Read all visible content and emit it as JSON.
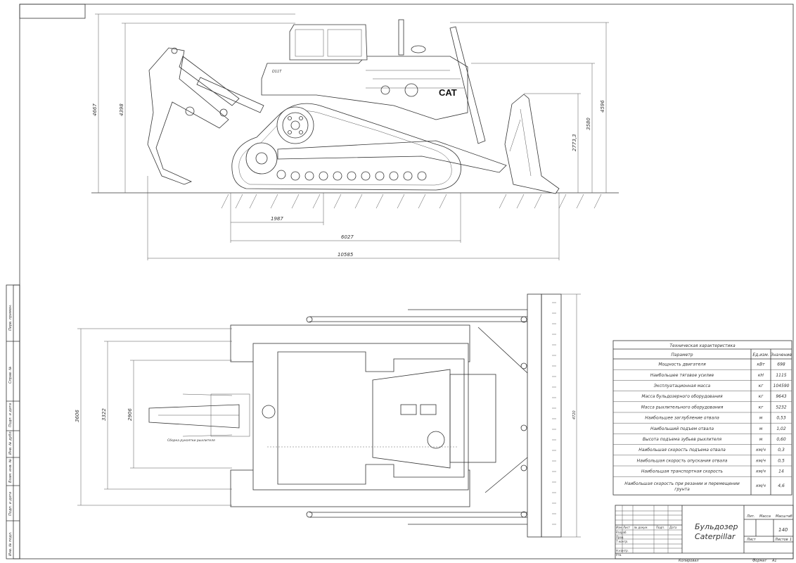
{
  "drawing": {
    "title_line1": "Бульдозер",
    "title_line2": "Caterpillar",
    "mass": "140",
    "scale_header": "Масштаб",
    "mass_header": "Масса",
    "lit_header": "Лит.",
    "sheet_label": "Лист",
    "sheets_label": "Листов",
    "sheets_count": "1",
    "copied": "Копировал",
    "format": "Формат",
    "format_value": "А1",
    "stamp_cols": [
      "Изм.",
      "Лист",
      "№ докум.",
      "Подп.",
      "Дата"
    ],
    "stamp_rows": [
      "Разраб.",
      "Пров.",
      "Т.контр.",
      "Н.контр.",
      "Утв."
    ]
  },
  "side_margin": [
    "Перв. примен.",
    "Справ. №",
    "Подп. и дата",
    "Инв. № дубл.",
    "Взам. инв. №",
    "Подп. и дата",
    "Инв. № подл."
  ],
  "dimensions": {
    "overall_length": "10585",
    "track_base": "6027",
    "ripper_reach": "1987",
    "height_total": "4667",
    "height_cab": "4398",
    "height_blade": "4596",
    "blade_height": "3580",
    "blade_lift": "2773,3",
    "width_total": "3606",
    "width_tracks": "3322",
    "width_gauge": "2906",
    "blade_width": "4720"
  },
  "annotations": {
    "machine_badge": "CAT",
    "model_plate": "D11T",
    "plan_note": "Сборка рукоятки рыхлителя"
  },
  "spec_table": {
    "title": "Техническая характеристика",
    "headers": [
      "Параметр",
      "Ед.изм.",
      "Значение"
    ],
    "rows": [
      [
        "Мощность двигателя",
        "кВт",
        "698"
      ],
      [
        "Наибольшее тяговое усилие",
        "кН",
        "1115"
      ],
      [
        "Эксплуатационная масса",
        "кг",
        "104590"
      ],
      [
        "Масса бульдозерного оборудования",
        "кг",
        "9643"
      ],
      [
        "Масса рыхлительного оборудования",
        "кг",
        "5232"
      ],
      [
        "Наибольшее заглубление отвала",
        "м",
        "0,53"
      ],
      [
        "Наибольший подъем отвала",
        "м",
        "1,02"
      ],
      [
        "Высота подъема зубьев рыхлителя",
        "м",
        "0,60"
      ],
      [
        "Наибольшая скорость подъема отвала",
        "км/ч",
        "0,3"
      ],
      [
        "Наибольшая скорость опускания отвала",
        "км/ч",
        "0,5"
      ],
      [
        "Наибольшая транспортная скорость",
        "км/ч",
        "14"
      ],
      [
        "Наибольшая скорость при резании и перемещении грунта",
        "км/ч",
        "4,6"
      ]
    ]
  }
}
